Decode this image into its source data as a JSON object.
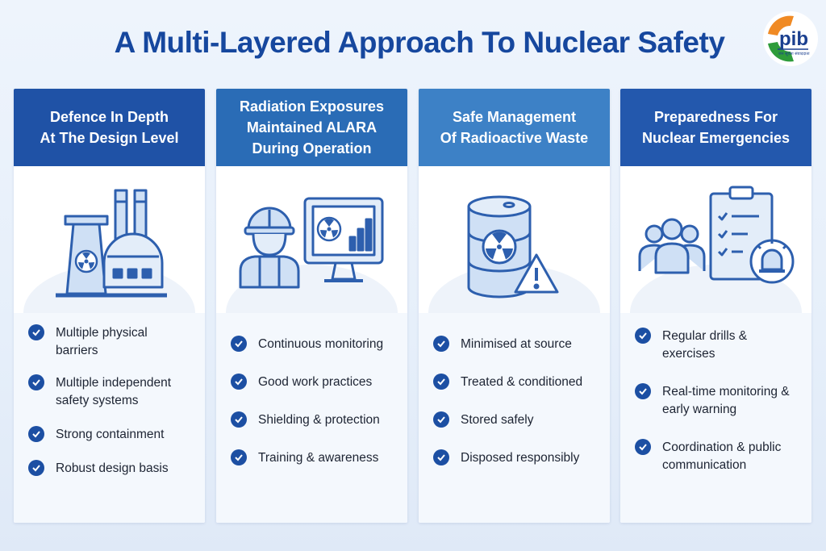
{
  "title": "A Multi-Layered Approach To Nuclear Safety",
  "logo": {
    "text": "pib",
    "subtext": "जन सूचना संवाददाता"
  },
  "columns": [
    {
      "heading": "Defence In Depth\nAt The Design Level",
      "color": "#1f52a6",
      "icon": "nuclear-plant-icon",
      "items": [
        "Multiple physical barriers",
        "Multiple independent safety systems",
        "Strong containment",
        "Robust design basis"
      ]
    },
    {
      "heading": "Radiation Exposures\nMaintained ALARA\nDuring Operation",
      "color": "#2a6cb6",
      "icon": "worker-monitor-icon",
      "items": [
        "Continuous monitoring",
        "Good work practices",
        "Shielding & protection",
        "Training & awareness"
      ]
    },
    {
      "heading": "Safe Management\nOf Radioactive Waste",
      "color": "#3d81c6",
      "icon": "radioactive-barrel-icon",
      "items": [
        "Minimised at source",
        "Treated & conditioned",
        "Stored safely",
        "Disposed responsibly"
      ]
    },
    {
      "heading": "Preparedness For\nNuclear Emergencies",
      "color": "#2358ad",
      "icon": "emergency-checklist-icon",
      "items": [
        "Regular drills & exercises",
        "Real-time monitoring & early warning",
        "Coordination & public communication"
      ]
    }
  ]
}
